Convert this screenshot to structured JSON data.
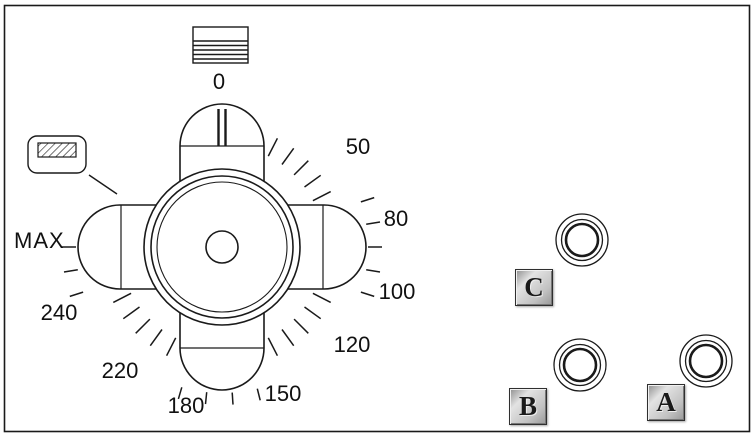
{
  "dial": {
    "pointer_at": "0",
    "labels": [
      "0",
      "50",
      "80",
      "100",
      "120",
      "150",
      "180",
      "220",
      "240",
      "MAX"
    ]
  },
  "indicators": [
    {
      "label": "C"
    },
    {
      "label": "B"
    },
    {
      "label": "A"
    }
  ],
  "icons": {
    "top_symbol": "grill-element-icon",
    "left_symbol": "hatched-plate-icon",
    "lamp_symbol": "indicator-lamp-icon",
    "knob": "rotary-knob-icon"
  },
  "colors": {
    "line": "#1a1a1a",
    "background": "#ffffff",
    "badge_background": "#c2c2c2"
  }
}
